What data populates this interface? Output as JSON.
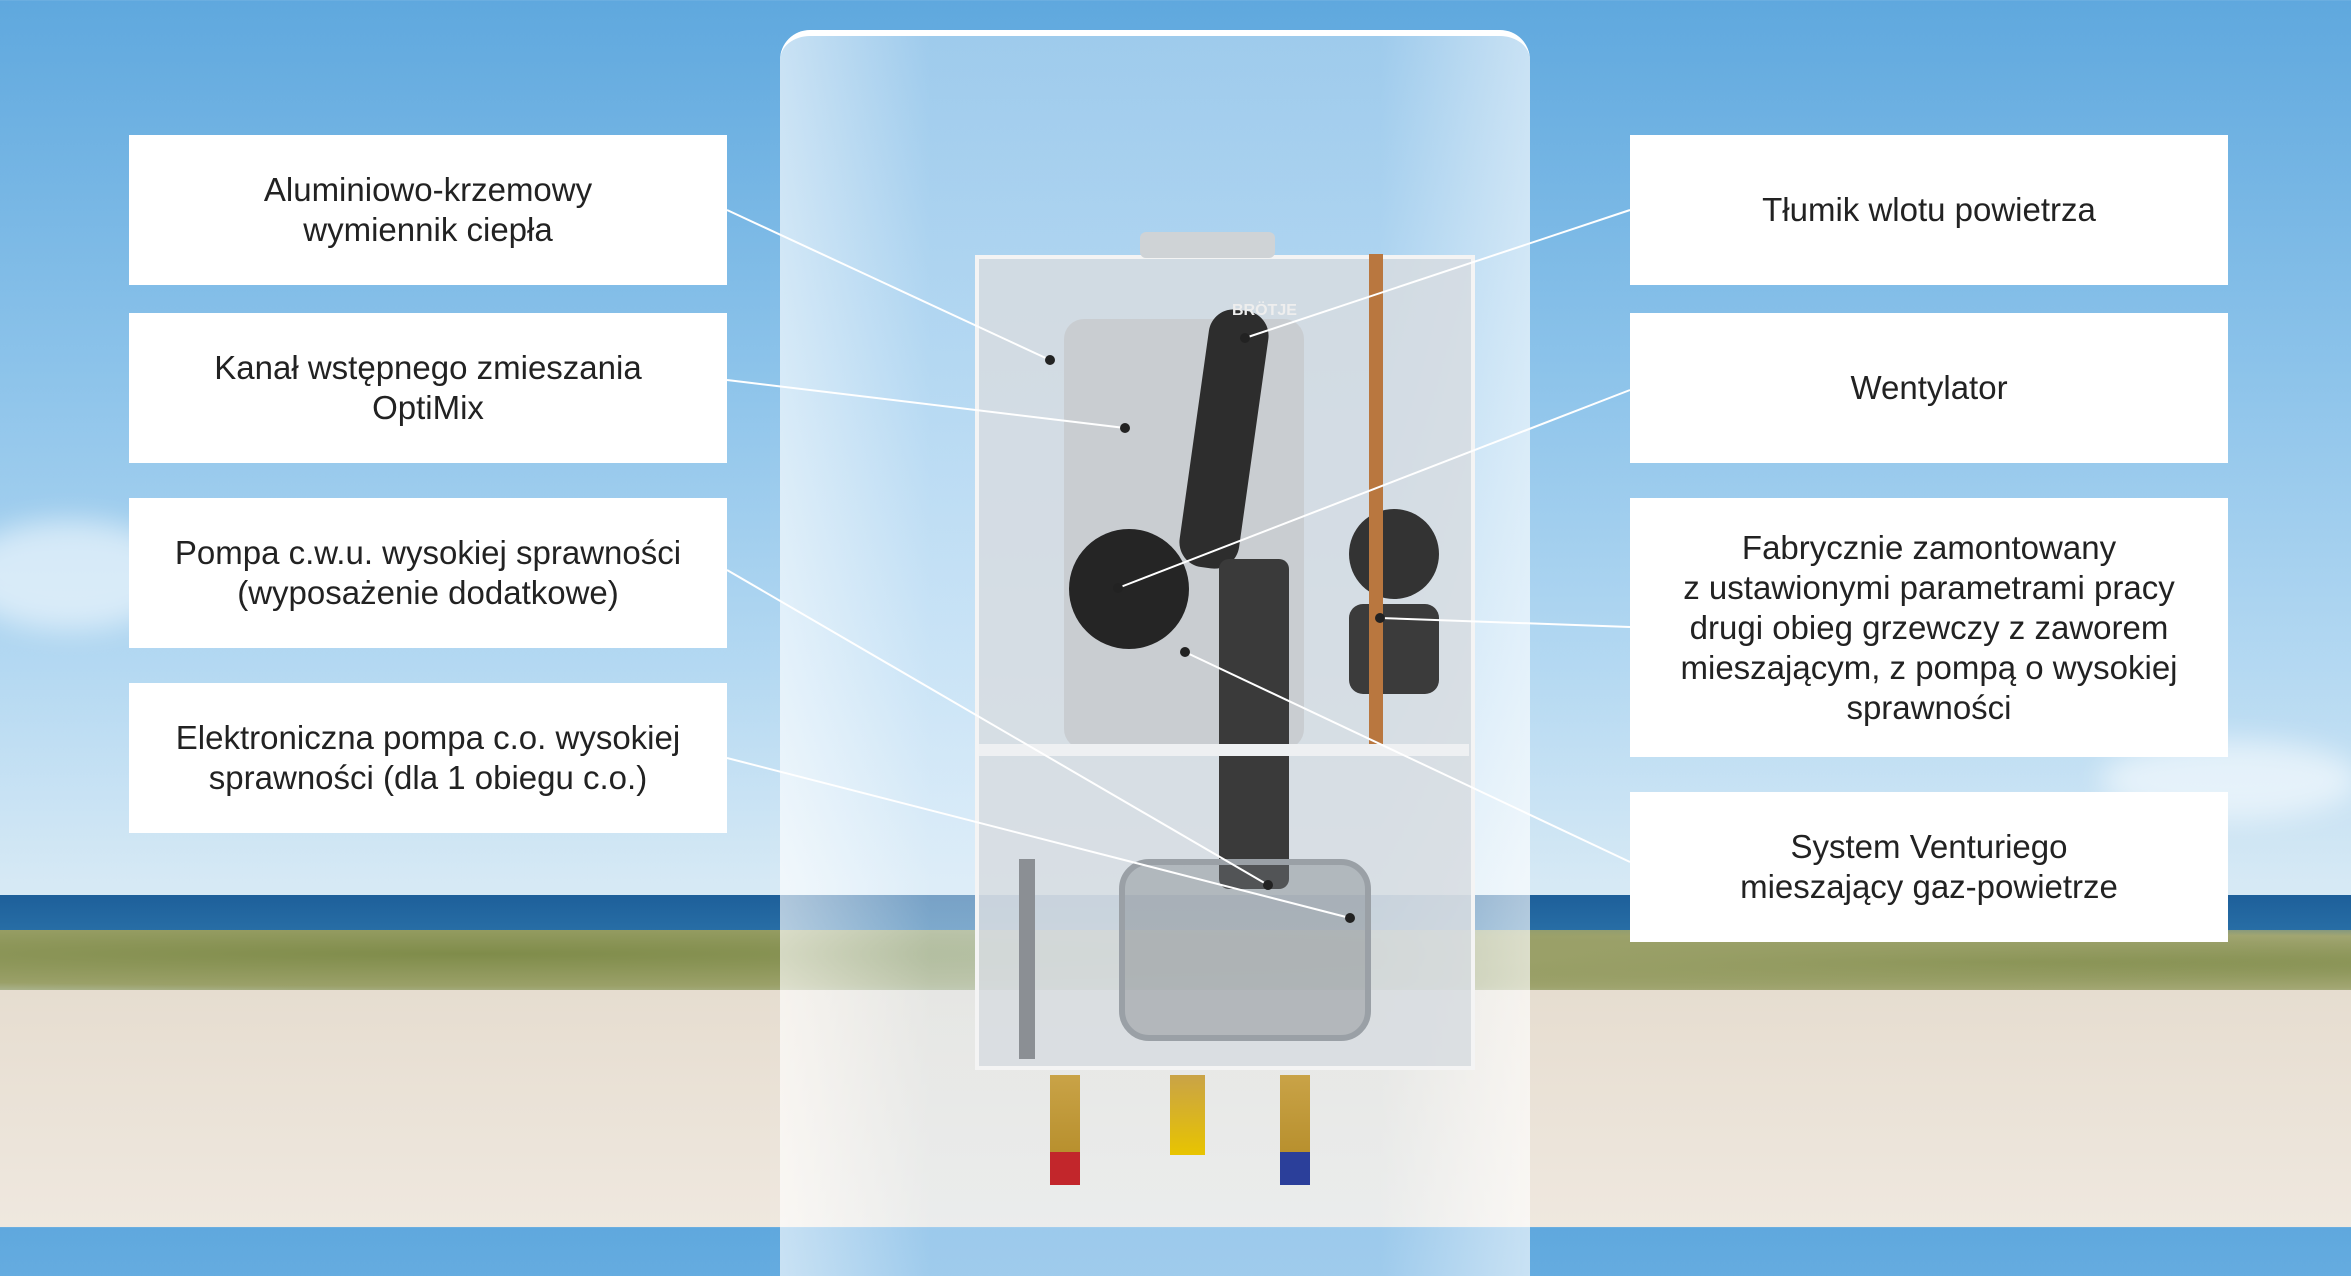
{
  "labels_left": [
    "Aluminiowo-krzemowy\nwymiennik ciepła",
    "Kanał wstępnego zmieszania\nOptiMix",
    "Pompa c.w.u. wysokiej sprawności\n(wyposażenie dodatkowe)",
    "Elektroniczna pompa c.o. wysokiej\nsprawności (dla 1 obiegu c.o.)"
  ],
  "labels_right": [
    "Tłumik wlotu powietrza",
    "Wentylator",
    "Fabrycznie zamontowany\nz ustawionymi parametrami pracy\ndrugi obieg grzewczy z zaworem\nmieszającym, z pompą o wysokiej\nsprawności",
    "System Venturiego\nmieszający gaz-powietrze"
  ],
  "brand": "BRÖTJE"
}
